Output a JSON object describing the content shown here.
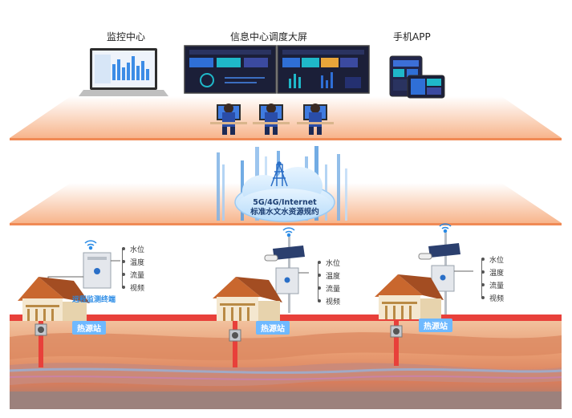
{
  "top": {
    "monitor_center": "监控中心",
    "dispatch_screen": "信息中心调度大屏",
    "mobile_app": "手机APP"
  },
  "network": {
    "line1": "5G/4G/Internet",
    "line2": "标准水文水资源规约"
  },
  "stations": [
    {
      "sensors": [
        "水位",
        "温度",
        "流量",
        "视频"
      ],
      "terminal_label": "远程监测终端",
      "station_label": "热源站"
    },
    {
      "sensors": [
        "水位",
        "温度",
        "流量",
        "视频"
      ],
      "station_label": "热源站"
    },
    {
      "sensors": [
        "水位",
        "温度",
        "流量",
        "视频"
      ],
      "station_label": "热源站"
    }
  ]
}
